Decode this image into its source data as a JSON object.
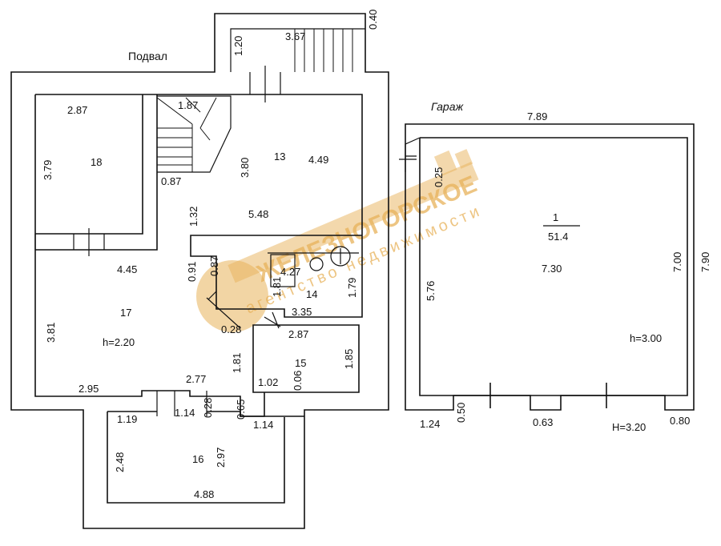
{
  "titles": {
    "basement": "Подвал",
    "garage": "Гараж"
  },
  "watermark": {
    "line1": "ЖЕЛЕЗНОГОРСКОЕ",
    "line2": "агентство недвижимости",
    "color": "#e8b25a"
  },
  "rooms": {
    "r18": "18",
    "r13": "13",
    "r17": "17",
    "r17_height": "h=2.20",
    "r14": "14",
    "r15": "15",
    "r16": "16",
    "garage_num": "1",
    "garage_area": "51.4",
    "garage_height": "h=3.00",
    "garage_outer_height": "H=3.20"
  },
  "dims": {
    "stair_w": "3.67",
    "stair_r": "0.40",
    "stair_l": "1.20",
    "r18_top": "2.87",
    "r18_side": "3.79",
    "stair_top": "1.87",
    "stair_bot": "0.87",
    "r13_side": "3.80",
    "r13_right": "4.49",
    "r13_left": "1.32",
    "r13_bot": "5.48",
    "d091": "0.91",
    "d087": "0.87",
    "d427": "4.27",
    "d181a": "1.81",
    "d179": "1.79",
    "d335": "3.35",
    "d445": "4.45",
    "d381": "3.81",
    "d028a": "0.28",
    "d287b": "2.87",
    "d181b": "1.81",
    "d185": "1.85",
    "d102": "1.02",
    "d006": "0.06",
    "d295": "2.95",
    "d277": "2.77",
    "d119": "1.19",
    "d114a": "1.14",
    "d028b": "0.28",
    "d065": "0.65",
    "d114b": "1.14",
    "d248": "2.48",
    "d297": "2.97",
    "d488": "4.88",
    "g_top": "7.89",
    "g_025": "0.25",
    "g_576": "5.76",
    "g_730": "7.30",
    "g_700": "7.00",
    "g_790": "7.90",
    "g_124": "1.24",
    "g_050": "0.50",
    "g_063": "0.63",
    "g_080": "0.80"
  }
}
